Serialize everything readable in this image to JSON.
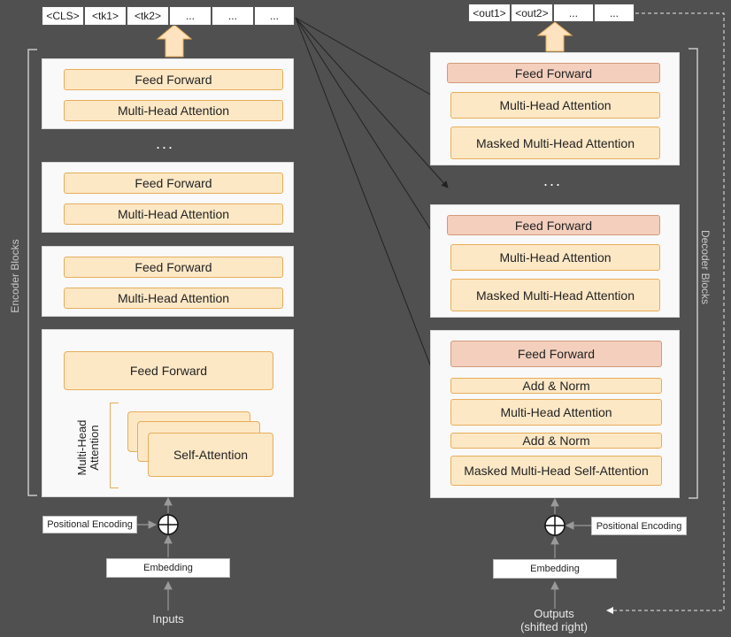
{
  "encoder": {
    "tokens": [
      "<CLS>",
      "<tk1>",
      "<tk2>",
      "...",
      "...",
      "..."
    ],
    "blocks_label": "Encoder Blocks",
    "stack_ellipsis": "...",
    "block_top": {
      "ff": "Feed Forward",
      "mha": "Multi-Head Attention"
    },
    "block_mid": {
      "ff": "Feed Forward",
      "mha": "Multi-Head Attention"
    },
    "block_low": {
      "ff": "Feed Forward",
      "mha": "Multi-Head Attention"
    },
    "detail": {
      "ff": "Feed Forward",
      "mha_label_1": "Multi-Head",
      "mha_label_2": "Attention",
      "self_attention": "Self-Attention"
    },
    "positional_encoding": "Positional Encoding",
    "embedding": "Embedding",
    "inputs": "Inputs"
  },
  "decoder": {
    "tokens": [
      "<out1>",
      "<out2>",
      "...",
      "..."
    ],
    "blocks_label": "Decoder Blocks",
    "stack_ellipsis": "...",
    "block_top": {
      "ff": "Feed Forward",
      "mha": "Multi-Head Attention",
      "masked": "Masked Multi-Head Attention"
    },
    "block_mid": {
      "ff": "Feed Forward",
      "mha": "Multi-Head Attention",
      "masked": "Masked Multi-Head Attention"
    },
    "detail": {
      "ff": "Feed Forward",
      "add_norm_1": "Add & Norm",
      "mha": "Multi-Head Attention",
      "add_norm_2": "Add & Norm",
      "masked_self": "Masked Multi-Head Self-Attention"
    },
    "positional_encoding": "Positional Encoding",
    "embedding": "Embedding",
    "outputs": "Outputs",
    "outputs_sub": "(shifted right)"
  },
  "colors": {
    "background": "#505050",
    "block": "#f9f9f9",
    "orange_fill": "#fde8c6",
    "orange_border": "#e7ad5a",
    "decoder_ff_fill": "#f4cfbd",
    "arrow": "#222222"
  }
}
